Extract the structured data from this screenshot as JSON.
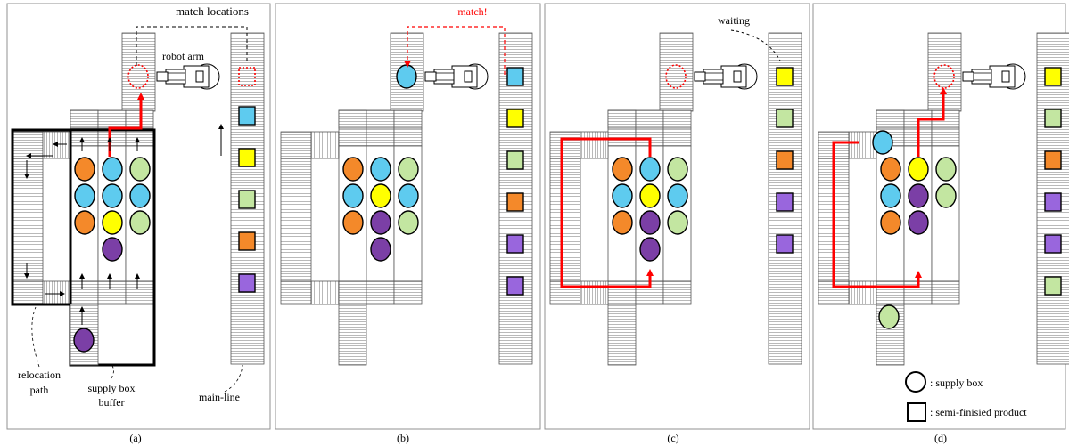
{
  "panels": [
    {
      "caption": "(a)"
    },
    {
      "caption": "(b)"
    },
    {
      "caption": "(c)"
    },
    {
      "caption": "(d)"
    }
  ],
  "annotations": {
    "match_locations": "match locations",
    "robot_arm": "robot arm",
    "relocation_path_line1": "relocation",
    "relocation_path_line2": "path",
    "supply_box_buffer_line1": "supply box",
    "supply_box_buffer_line2": "buffer",
    "main_line": "main-line",
    "match": "match!",
    "waiting": "waiting"
  },
  "legend": {
    "supply_box": ": supply  box",
    "semi_finished": ": semi-finisied product"
  },
  "colors": {
    "sky": "#5ecbef",
    "yellow": "#ffff00",
    "green": "#c3e6a1",
    "orange": "#f4892a",
    "purple": "#7b3fa6",
    "lavender": "#9966dd",
    "red": "#ff0000",
    "panel_border": "#909090"
  },
  "buffer_grid": {
    "panel_a": [
      [
        "orange",
        "sky",
        "green"
      ],
      [
        "sky",
        "sky",
        "sky"
      ],
      [
        "orange",
        "yellow",
        "green"
      ],
      [
        null,
        "purple",
        null
      ]
    ],
    "panel_b": [
      [
        "orange",
        "sky",
        "green"
      ],
      [
        "sky",
        "yellow",
        "sky"
      ],
      [
        "orange",
        "purple",
        "green"
      ],
      [
        null,
        "purple",
        null
      ]
    ],
    "panel_c": [
      [
        "orange",
        "sky",
        "green"
      ],
      [
        "sky",
        "yellow",
        "sky"
      ],
      [
        "orange",
        "purple",
        "green"
      ],
      [
        null,
        "purple",
        null
      ]
    ],
    "panel_d": [
      [
        "orange",
        "yellow",
        "green"
      ],
      [
        "sky",
        "purple",
        "green"
      ],
      [
        "orange",
        "purple",
        null
      ],
      [
        null,
        null,
        null
      ]
    ]
  },
  "main_line_queue": {
    "panel_a": [
      "sky",
      "yellow",
      "green",
      "orange",
      "lavender"
    ],
    "panel_b": [
      "sky",
      "yellow",
      "green",
      "orange",
      "lavender",
      "lavender"
    ],
    "panel_c": [
      "yellow",
      "green",
      "orange",
      "lavender",
      "lavender"
    ],
    "panel_d": [
      "yellow",
      "green",
      "orange",
      "lavender",
      "lavender",
      "green"
    ]
  },
  "match_slot_box": {
    "panel_a": null,
    "panel_b": "sky",
    "panel_c": null,
    "panel_d": null
  },
  "extra_boxes": {
    "panel_a": [
      "purple"
    ],
    "panel_d": [
      "sky",
      "green"
    ]
  }
}
